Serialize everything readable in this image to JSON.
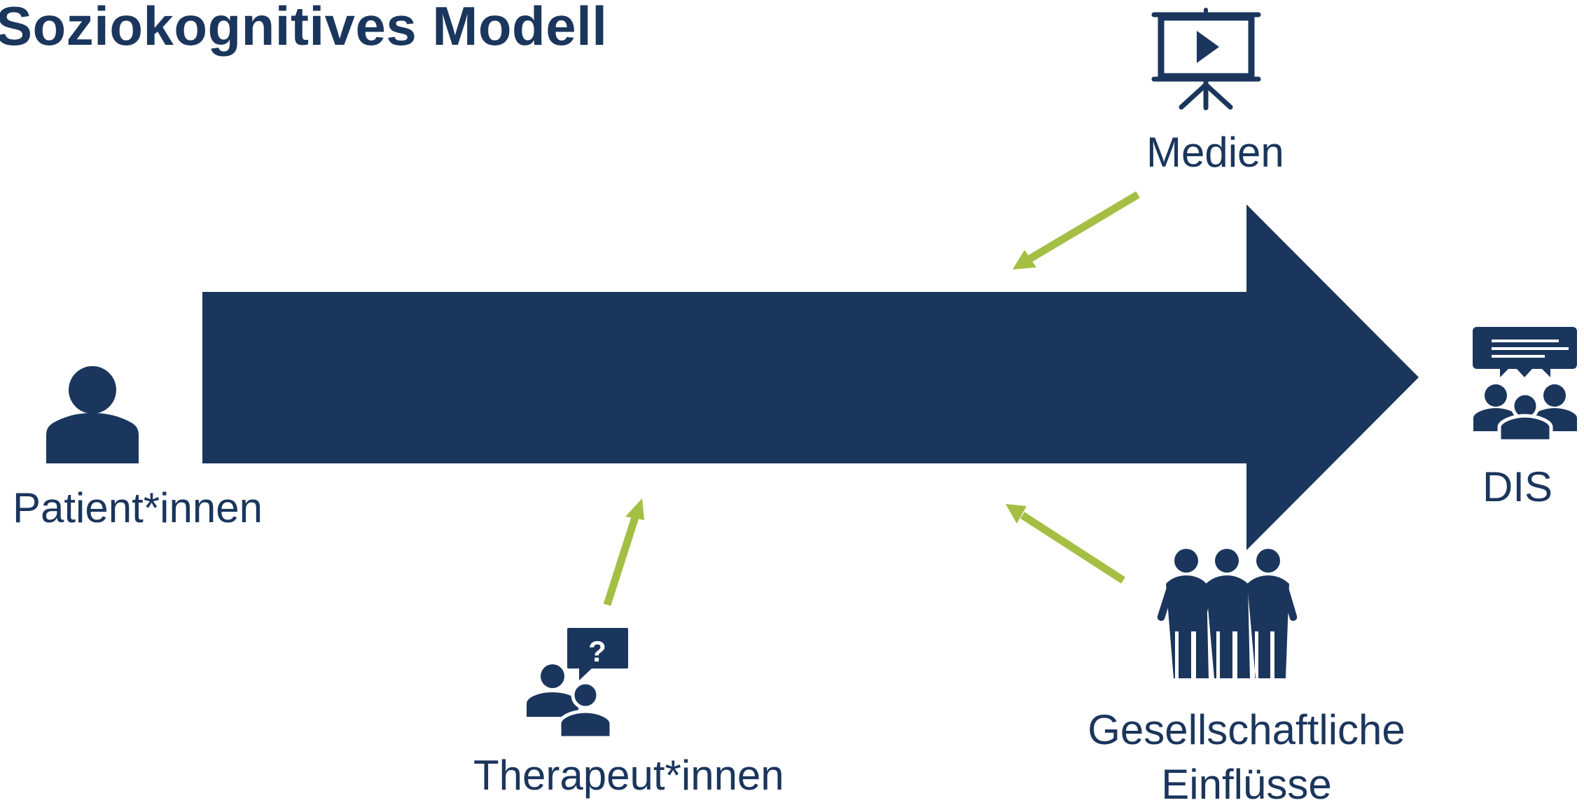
{
  "title": "Soziokognitives Modell",
  "nodes": {
    "patient": {
      "label": "Patient*innen",
      "icon": "person-icon"
    },
    "medien": {
      "label": "Medien",
      "icon": "presentation-screen-icon"
    },
    "dis": {
      "label": "DIS",
      "icon": "group-discussion-icon"
    },
    "therapeut": {
      "label": "Therapeut*innen",
      "icon": "consultation-question-icon"
    },
    "gesellschaft": {
      "label_lines": [
        "Gesellschaftliche",
        "Einflüsse"
      ],
      "icon": "people-group-icon"
    }
  },
  "colors": {
    "primary": "#1b365d",
    "accent": "#a5bf44",
    "background": "#ffffff"
  }
}
